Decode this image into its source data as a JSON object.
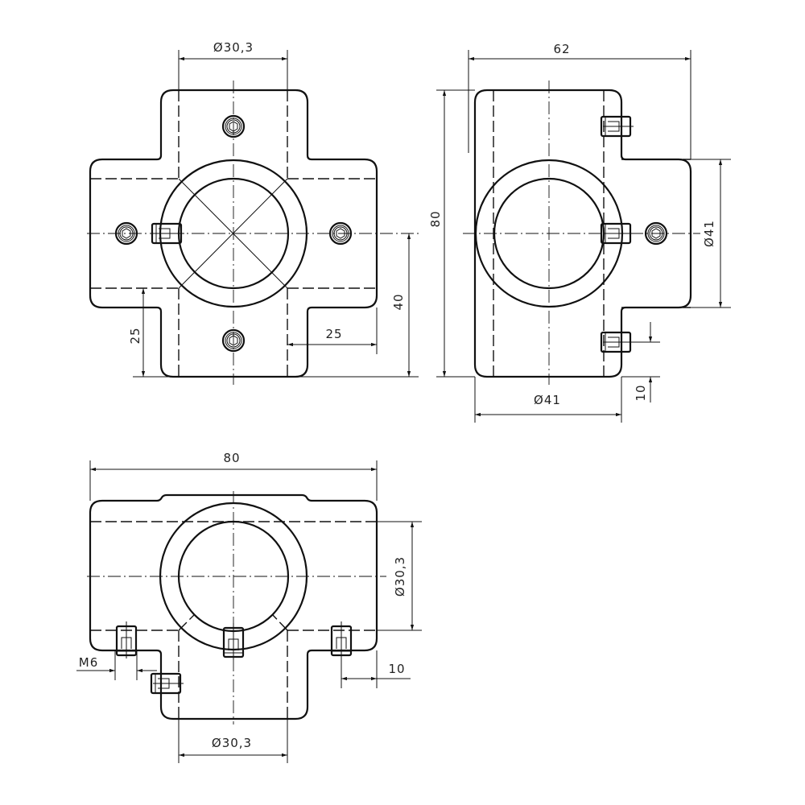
{
  "drawing": {
    "front_view": {
      "dim_top": "Ø30,3",
      "dim_left": "25",
      "dim_right_horizontal": "25",
      "dim_right_vertical": "40"
    },
    "side_view": {
      "dim_top": "62",
      "dim_left": "80",
      "dim_right": "Ø41",
      "dim_bottom": "Ø41",
      "dim_offset": "10"
    },
    "top_view": {
      "dim_top": "80",
      "dim_right": "Ø30,3",
      "dim_bottom": "Ø30,3",
      "thread_label": "M6",
      "dim_offset": "10"
    }
  }
}
